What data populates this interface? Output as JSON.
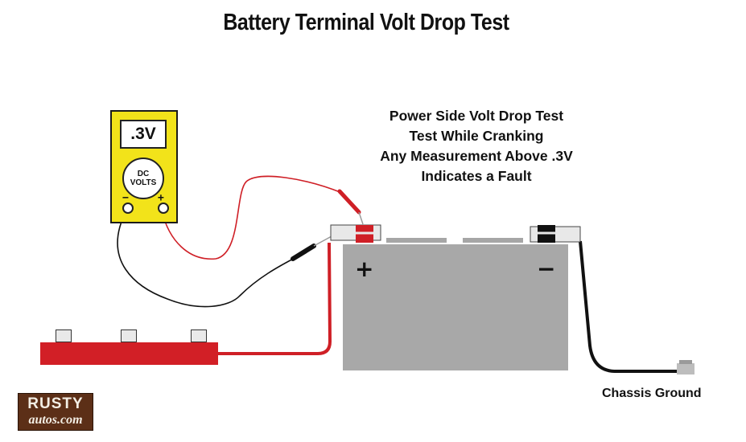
{
  "title": "Battery Terminal Volt Drop Test",
  "note": {
    "line1": "Power Side Volt Drop Test",
    "line2": "Test While Cranking",
    "line3": "Any Measurement Above .3V",
    "line4": "Indicates a Fault"
  },
  "meter": {
    "reading": ".3V",
    "dial_line1": "DC",
    "dial_line2": "VOLTS",
    "negative_sign": "−",
    "positive_sign": "+"
  },
  "battery": {
    "positive_sign": "+",
    "negative_sign": "−"
  },
  "chassis_label": "Chassis Ground",
  "logo": {
    "top": "RUSTY",
    "bottom": "autos.com"
  },
  "colors": {
    "red_wire": "#cf1f26",
    "black_wire": "#111111",
    "meter_body": "#f2e31a",
    "battery_body": "#a8a8a8",
    "logo_bg": "#5c2f17"
  }
}
